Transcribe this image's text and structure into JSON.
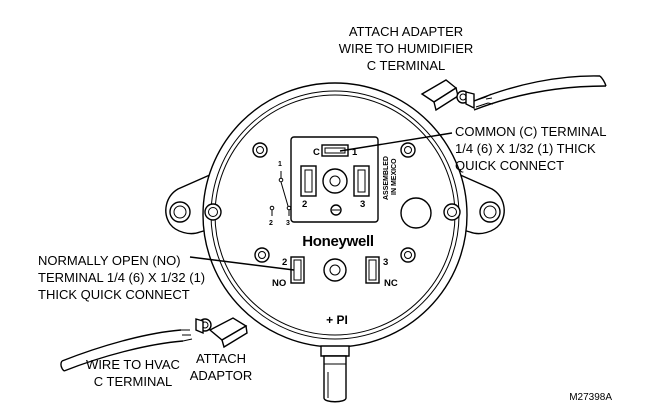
{
  "callouts": {
    "top_right": [
      "ATTACH ADAPTER",
      "WIRE TO HUMIDIFIER",
      "C TERMINAL"
    ],
    "common": [
      "COMMON (C) TERMINAL",
      "1/4 (6) X 1/32 (1) THICK",
      "QUICK CONNECT"
    ],
    "normally_open": [
      "NORMALLY OPEN (NO)",
      "TERMINAL 1/4 (6) X 1/32 (1)",
      "THICK QUICK CONNECT"
    ],
    "wire_hvac": [
      "WIRE TO HVAC",
      "C TERMINAL"
    ],
    "attach_adaptor": [
      "ATTACH",
      "ADAPTOR"
    ]
  },
  "device": {
    "brand": "Honeywell",
    "assembled": [
      "ASSEMBLED",
      "IN MEXICO"
    ],
    "c_label": "C",
    "num_1": "1",
    "num_2": "2",
    "num_3": "3",
    "no_label": "NO",
    "nc_label": "NC",
    "pi_label": "+ PI",
    "switch_labels": [
      "1",
      "2",
      "3"
    ]
  },
  "figure_id": "M27398A"
}
